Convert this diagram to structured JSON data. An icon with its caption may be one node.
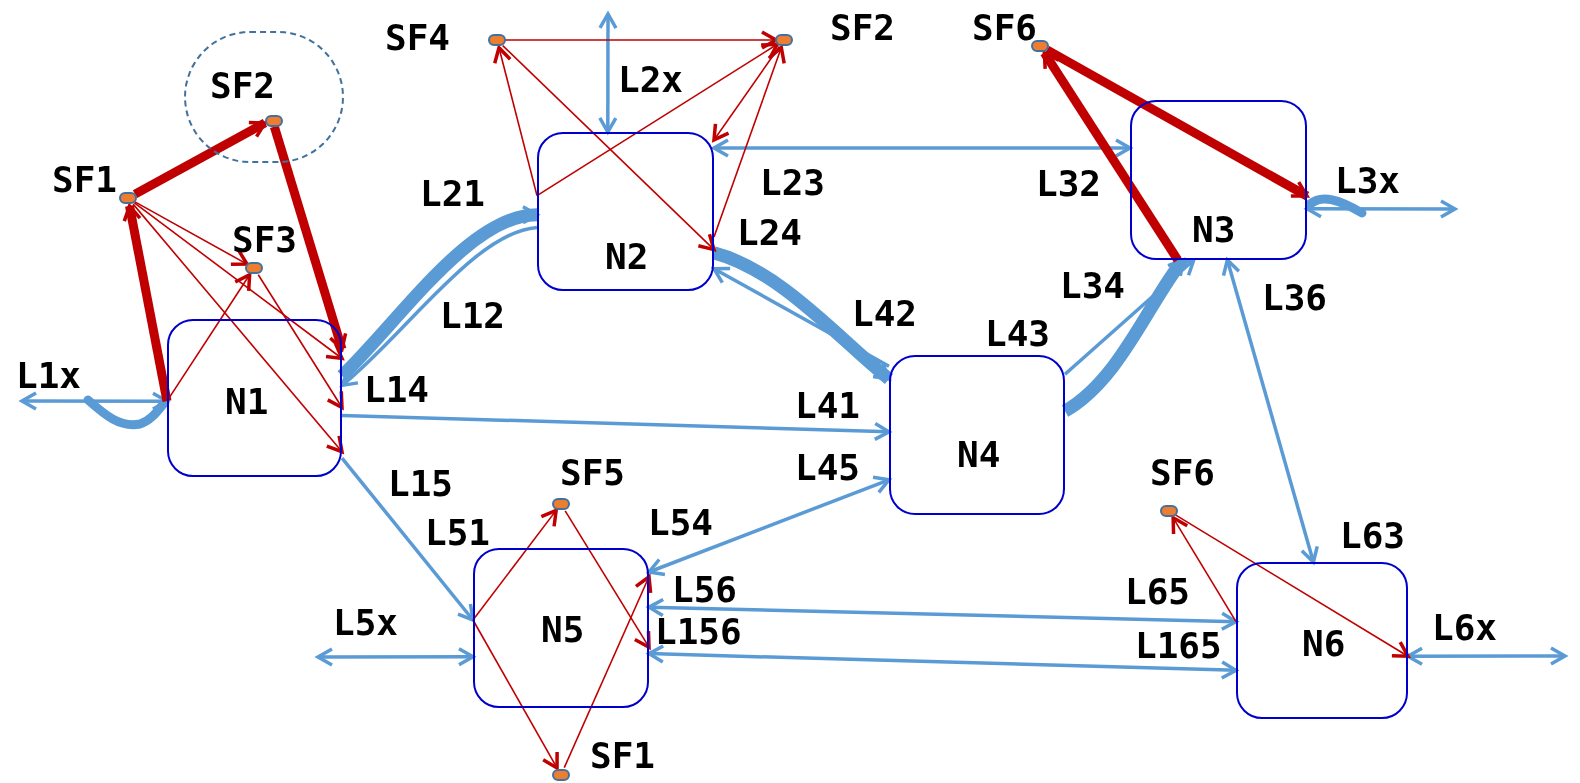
{
  "diagram": {
    "nodes": [
      {
        "text": [],
        "shape": "dot",
        "beside": [
          "SF4"
        ]
      },
      {
        "text": [],
        "shape": "dot",
        "beside": [
          "SF2"
        ]
      },
      {
        "text": [],
        "shape": "dot",
        "beside": [
          "SF6"
        ]
      },
      {
        "text": [],
        "shape": "circle"
      },
      {
        "text": [],
        "shape": "dot",
        "beside": [
          "SF2"
        ],
        "in": 3
      },
      {
        "text": [],
        "shape": "dot",
        "beside": [
          "SF1"
        ]
      },
      {
        "text": [
          "N2"
        ]
      },
      {
        "text": [
          "N3"
        ]
      },
      {
        "text": [],
        "shape": "dot",
        "beside": [
          "SF3"
        ]
      },
      {
        "text": [
          "N1"
        ]
      },
      {
        "text": [
          "N4"
        ]
      },
      {
        "text": [],
        "shape": "dot",
        "beside": [
          "SF5"
        ]
      },
      {
        "text": [],
        "shape": "dot",
        "beside": [
          "SF6"
        ]
      },
      {
        "text": [
          "N5"
        ]
      },
      {
        "text": [
          "N6"
        ]
      },
      {
        "text": [],
        "shape": "dot",
        "beside": [
          "SF1"
        ]
      }
    ],
    "edges": [
      {
        "from": null,
        "to": 9,
        "arrow": "both",
        "label": "L1x",
        "color": "#5b9bd5"
      },
      {
        "from": 9,
        "to": 6,
        "arrow": "to",
        "label": "L21",
        "style": "thick",
        "color": "#5b9bd5"
      },
      {
        "from": 6,
        "to": 9,
        "arrow": "to",
        "label": "L12",
        "color": "#5b9bd5"
      },
      {
        "from": 9,
        "to": 10,
        "arrow": "to",
        "label": "L14",
        "color": "#5b9bd5"
      },
      {
        "from": 9,
        "to": 13,
        "arrow": "to",
        "label": "L15",
        "color": "#5b9bd5"
      },
      {
        "from": null,
        "to": 6,
        "arrow": "both",
        "label": "L2x",
        "color": "#5b9bd5"
      },
      {
        "from": 6,
        "to": 7,
        "arrow": "both",
        "label": "L23",
        "color": "#5b9bd5"
      },
      {
        "from": 6,
        "to": 10,
        "arrow": "to",
        "label": "L24",
        "style": "thick",
        "color": "#5b9bd5"
      },
      {
        "from": 10,
        "to": 6,
        "arrow": "to",
        "label": "L42",
        "color": "#5b9bd5"
      },
      {
        "from": 10,
        "to": 7,
        "arrow": "to",
        "label": "L43",
        "style": "thick",
        "color": "#5b9bd5"
      },
      {
        "from": 10,
        "to": 7,
        "arrow": "to",
        "label": "L34",
        "color": "#5b9bd5"
      },
      {
        "from": 7,
        "to": null,
        "arrow": "both",
        "label": "L3x",
        "color": "#5b9bd5"
      },
      {
        "from": 7,
        "to": 14,
        "arrow": "both",
        "label": "L36",
        "color": "#5b9bd5"
      },
      {
        "from": 13,
        "to": 10,
        "arrow": "both",
        "label": "L45",
        "color": "#5b9bd5"
      },
      {
        "from": 13,
        "to": 14,
        "arrow": "both",
        "label": "L56",
        "color": "#5b9bd5"
      },
      {
        "from": 13,
        "to": 14,
        "arrow": "both",
        "label": "L156",
        "color": "#5b9bd5"
      },
      {
        "from": null,
        "to": 13,
        "arrow": "both",
        "label": "L5x",
        "color": "#5b9bd5"
      },
      {
        "from": 14,
        "to": null,
        "arrow": "both",
        "label": "L6x",
        "color": "#5b9bd5"
      },
      {
        "from": 9,
        "to": 5,
        "arrow": "to",
        "style": "thick"
      },
      {
        "from": 5,
        "to": 4,
        "arrow": "to",
        "style": "thick"
      },
      {
        "from": 4,
        "to": 9,
        "arrow": "to",
        "style": "thick"
      },
      {
        "from": 5,
        "to": 8,
        "arrow": "to"
      },
      {
        "from": 9,
        "to": 8,
        "arrow": "to"
      },
      {
        "from": 5,
        "to": 9,
        "arrow": "to"
      },
      {
        "from": 8,
        "to": 9,
        "arrow": "to"
      },
      {
        "from": 5,
        "to": 9,
        "arrow": "to"
      },
      {
        "from": 0,
        "to": 1,
        "arrow": "to"
      },
      {
        "from": 6,
        "to": 0,
        "arrow": "to"
      },
      {
        "from": 6,
        "to": 1,
        "arrow": "to"
      },
      {
        "from": 0,
        "to": 6,
        "arrow": "to"
      },
      {
        "from": 1,
        "to": 6,
        "arrow": "to"
      },
      {
        "from": 6,
        "to": 1,
        "arrow": "to"
      },
      {
        "from": 2,
        "to": 7,
        "arrow": "to",
        "style": "thick"
      },
      {
        "from": 7,
        "to": 2,
        "arrow": "to",
        "style": "thick"
      },
      {
        "from": 13,
        "to": 11,
        "arrow": "to"
      },
      {
        "from": 11,
        "to": 13,
        "arrow": "to"
      },
      {
        "from": 13,
        "to": 15,
        "arrow": "to"
      },
      {
        "from": 15,
        "to": 13,
        "arrow": "to"
      },
      {
        "from": 14,
        "to": 12,
        "arrow": "to"
      },
      {
        "from": 12,
        "to": 14,
        "arrow": "to"
      }
    ],
    "labels": [
      "L32",
      "L41",
      "L54",
      "L51",
      "L63",
      "L65",
      "L165"
    ]
  }
}
